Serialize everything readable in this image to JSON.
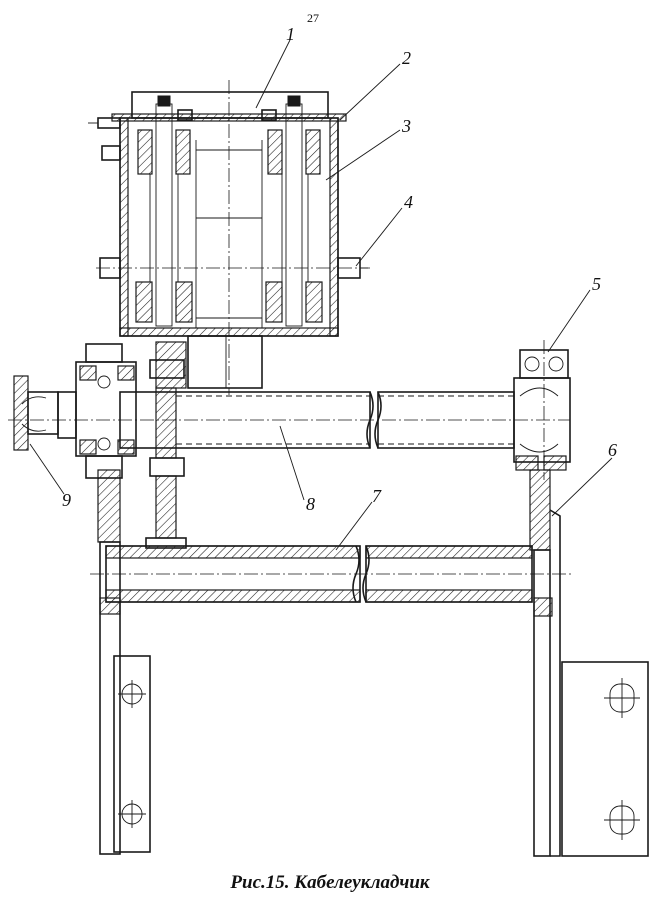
{
  "page_number": "27",
  "caption": "Рис.15. Кабелеукладчик",
  "callouts": [
    {
      "id": "1",
      "text": "1"
    },
    {
      "id": "2",
      "text": "2"
    },
    {
      "id": "3",
      "text": "3"
    },
    {
      "id": "4",
      "text": "4"
    },
    {
      "id": "5",
      "text": "5"
    },
    {
      "id": "6",
      "text": "6"
    },
    {
      "id": "7",
      "text": "7"
    },
    {
      "id": "8",
      "text": "8"
    },
    {
      "id": "9",
      "text": "9"
    }
  ]
}
